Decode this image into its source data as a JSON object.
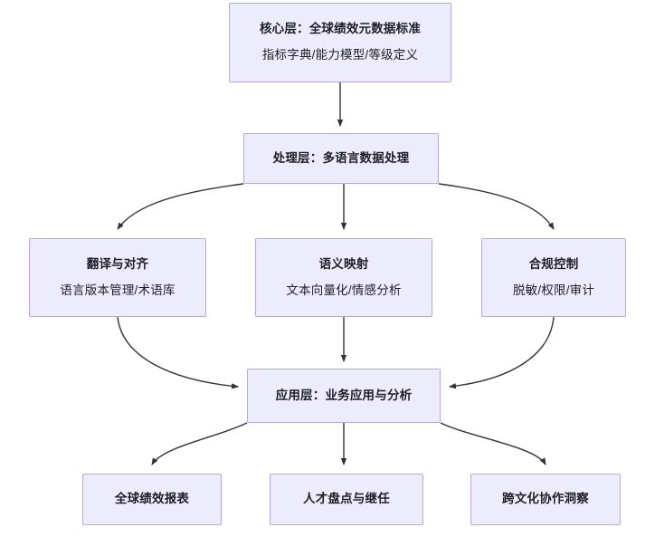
{
  "diagram": {
    "type": "flowchart",
    "direction": "top-to-bottom",
    "background_color": "#ffffff",
    "node_fill_color": "#ececfd",
    "node_border_color": "#b8a6e8",
    "edge_color": "#333333",
    "text_color": "#1f1f28"
  },
  "nodes": {
    "core": {
      "id": "core",
      "title": "核心层：全球绩效元数据标准",
      "subtitle": "指标字典/能力模型/等级定义"
    },
    "process": {
      "id": "process",
      "title": "处理层：多语言数据处理",
      "subtitle": ""
    },
    "translate": {
      "id": "translate",
      "title": "翻译与对齐",
      "subtitle": "语言版本管理/术语库"
    },
    "semantic": {
      "id": "semantic",
      "title": "语义映射",
      "subtitle": "文本向量化/情感分析"
    },
    "compliance": {
      "id": "compliance",
      "title": "合规控制",
      "subtitle": "脱敏/权限/审计"
    },
    "app": {
      "id": "app",
      "title": "应用层：业务应用与分析",
      "subtitle": ""
    },
    "report": {
      "id": "report",
      "title": "全球绩效报表",
      "subtitle": ""
    },
    "talent": {
      "id": "talent",
      "title": "人才盘点与继任",
      "subtitle": ""
    },
    "culture": {
      "id": "culture",
      "title": "跨文化协作洞察",
      "subtitle": ""
    }
  },
  "edges": [
    {
      "from": "core",
      "to": "process",
      "label": ""
    },
    {
      "from": "process",
      "to": "translate",
      "label": ""
    },
    {
      "from": "process",
      "to": "semantic",
      "label": ""
    },
    {
      "from": "process",
      "to": "compliance",
      "label": ""
    },
    {
      "from": "translate",
      "to": "app",
      "label": ""
    },
    {
      "from": "semantic",
      "to": "app",
      "label": ""
    },
    {
      "from": "compliance",
      "to": "app",
      "label": ""
    },
    {
      "from": "app",
      "to": "report",
      "label": ""
    },
    {
      "from": "app",
      "to": "talent",
      "label": ""
    },
    {
      "from": "app",
      "to": "culture",
      "label": ""
    }
  ]
}
